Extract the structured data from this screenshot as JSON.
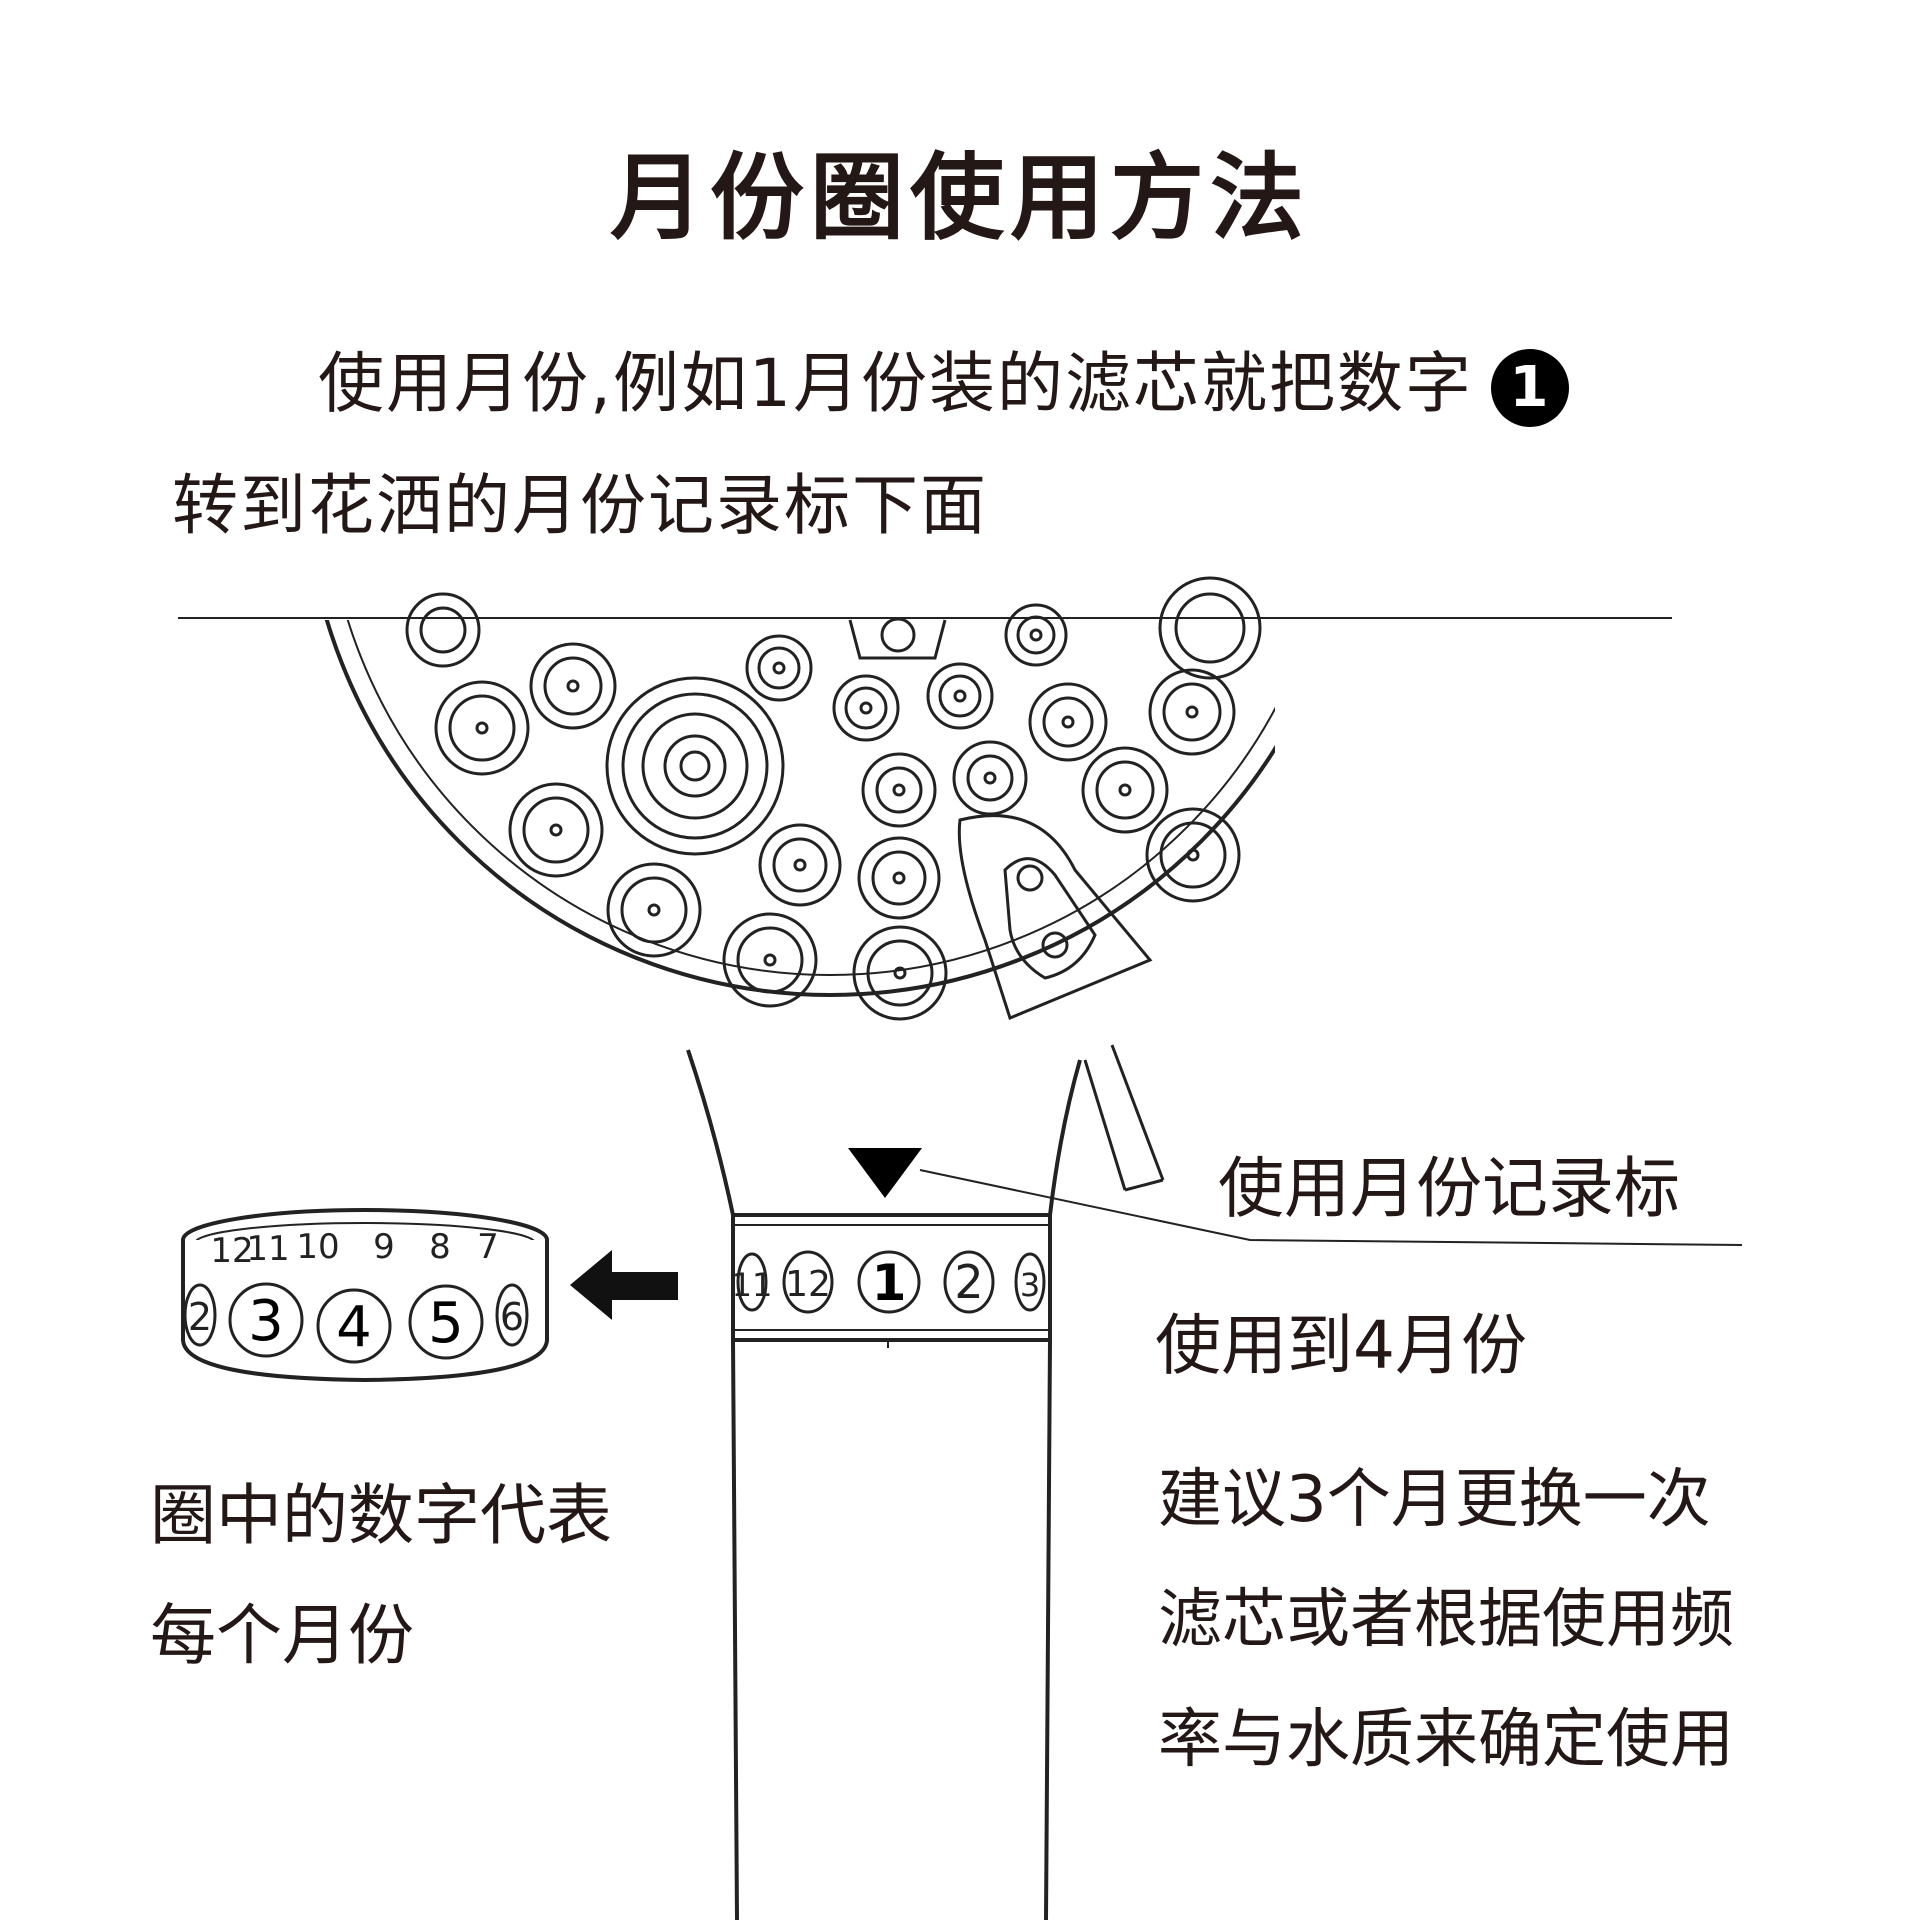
{
  "title": "月份圈使用方法",
  "intro": {
    "line1": "使用月份,例如1月份装的滤芯就把数字",
    "badge_number": "1",
    "line2": "转到花洒的月份记录标下面"
  },
  "callouts": {
    "mark_label": "使用月份记录标",
    "current_label": "使用到4月份"
  },
  "recommendation": {
    "line1": "建议3个月更换一次",
    "line2": "滤芯或者根据使用频",
    "line3": "率与水质来确定使用"
  },
  "ring_note": {
    "line1": "圈中的数字代表",
    "line2": "每个月份"
  },
  "handle_ring_numbers": [
    "11",
    "12",
    "1",
    "2",
    "3"
  ],
  "loose_ring_front_numbers": [
    "2",
    "3",
    "4",
    "5",
    "6"
  ],
  "loose_ring_back_numbers": [
    "7",
    "8",
    "9",
    "10",
    "11",
    "12"
  ],
  "colors": {
    "text": "#231815",
    "line": "#222222"
  }
}
